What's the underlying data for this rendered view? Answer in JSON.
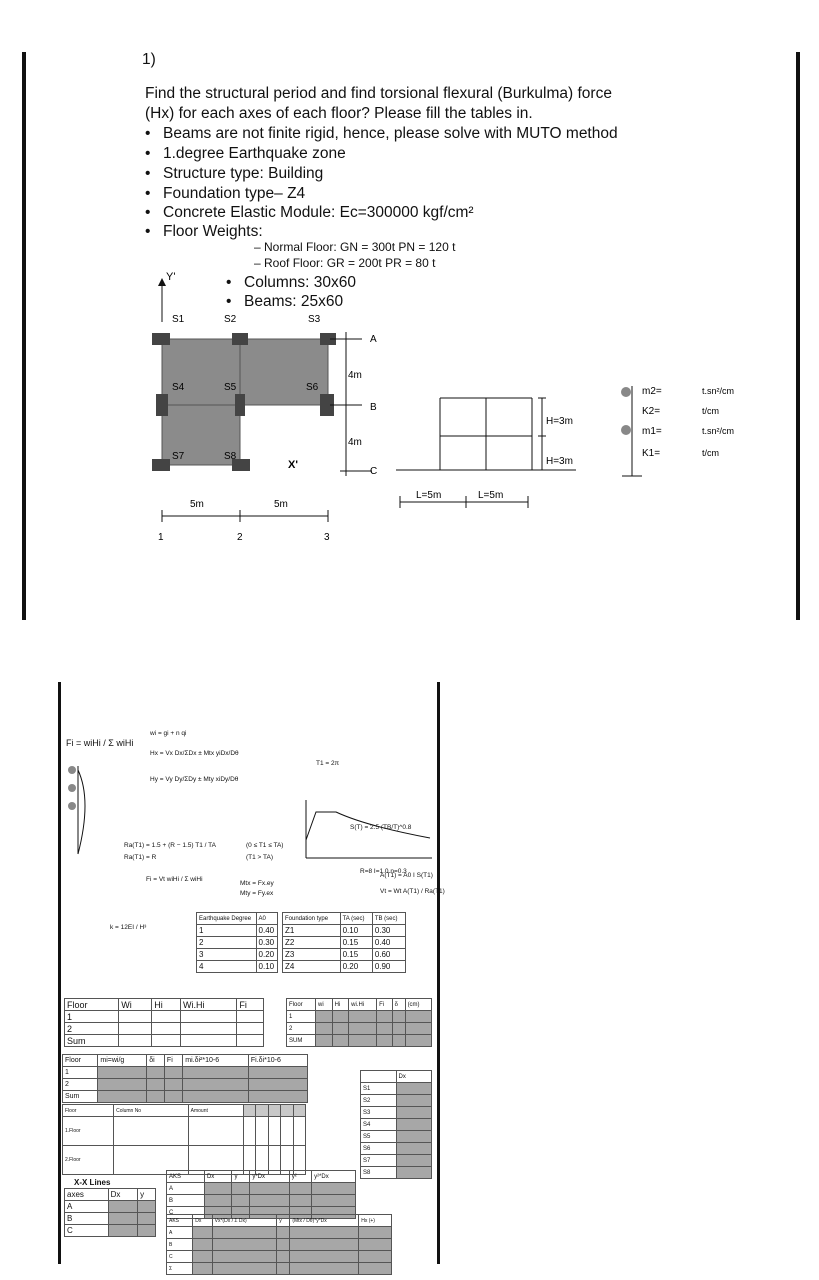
{
  "problem": {
    "number": "1)",
    "line1": "Find the structural period and find torsional flexural (Burkulma) force",
    "line2": "(Hx) for each axes of each floor? Please fill the tables in.",
    "bullets": [
      "Beams are not finite rigid, hence, please solve with MUTO method",
      "1.degree Earthquake zone",
      "Structure type: Building",
      "Foundation type– Z4",
      "Concrete Elastic Module: Ec=300000 kgf/cm²",
      "Floor Weights:"
    ],
    "weights": [
      "– Normal Floor: GN = 300t  PN = 120 t",
      "– Roof Floor:  GR = 200t  PR = 80 t"
    ],
    "sections": [
      "Columns: 30x60",
      "Beams:  25x60"
    ]
  },
  "plan": {
    "y_axis": "Y'",
    "x_axis": "X'",
    "columns": [
      "S1",
      "S2",
      "S3",
      "S4",
      "S5",
      "S6",
      "S7",
      "S8"
    ],
    "axis_letters": [
      "A",
      "B",
      "C"
    ],
    "axis_numbers": [
      "1",
      "2",
      "3"
    ],
    "spans": [
      "5m",
      "5m"
    ],
    "heights": [
      "4m",
      "4m"
    ]
  },
  "frame": {
    "h1": "H=3m",
    "h2": "H=3m",
    "l1": "L=5m",
    "l2": "L=5m"
  },
  "model": {
    "labels": [
      "m2=",
      "K2=",
      "m1=",
      "K1="
    ],
    "units": [
      "t.sn²/cm",
      "t/cm",
      "t.sn²/cm",
      "t/cm"
    ]
  },
  "formulas": {
    "fi": "Fi = wiHi / Σ wiHi",
    "wi": "wi = gi + n qi",
    "period": "T1 = 2π",
    "ra": "Ra(T1) = 1.5 + (R − 1.5) T1 / TA",
    "ra2": "Ra(T1) = R",
    "cond1": "(0 ≤ T1 ≤ TA)",
    "cond2": "(T1 > TA)",
    "fest": "Fi = Vt wiHi / Σ wiHi",
    "mt1": "Mtx = Fx.ey",
    "mt2": "Mty = Fy.ex",
    "k": "k = 12EI / H³",
    "spectrum": "S(T) = 2.5 (TB/T)^0.8",
    "vt": "Vt = Wt A(T1) / Ra(T1)",
    "rn": "R=8  I=1.0  n=0.3",
    "at": "A(T1) = A0 I S(T1)"
  },
  "zone_table": {
    "headers": [
      "Earthquake Degree",
      "A0"
    ],
    "rows": [
      [
        "1",
        "0.40"
      ],
      [
        "2",
        "0.30"
      ],
      [
        "3",
        "0.20"
      ],
      [
        "4",
        "0.10"
      ]
    ]
  },
  "foundation_table": {
    "headers": [
      "Foundation type",
      "TA (sec)",
      "TB (sec)"
    ],
    "rows": [
      [
        "Z1",
        "0.10",
        "0.30"
      ],
      [
        "Z2",
        "0.15",
        "0.40"
      ],
      [
        "Z3",
        "0.15",
        "0.60"
      ],
      [
        "Z4",
        "0.20",
        "0.90"
      ]
    ]
  },
  "table1": {
    "headers": [
      "Floor",
      "Wi",
      "Hi",
      "Wi.Hi",
      "Fi"
    ],
    "rows": [
      "1",
      "2",
      "Sum"
    ]
  },
  "table2": {
    "headers": [
      "Floor",
      "mi=wi/g",
      "δi",
      "Fi",
      "mi.δi²*10-6",
      "Fi.δi*10-6"
    ],
    "rows": [
      "1",
      "2",
      "Sum"
    ]
  },
  "table3": {
    "headers": [
      "Floor",
      "wi",
      "Hi",
      "wi.Hi",
      "Fi",
      "δ",
      "(cm)"
    ],
    "rows": [
      "1",
      "2",
      "SUM"
    ]
  },
  "table4": {
    "headers": [
      "Floor",
      "Column No",
      "Amount"
    ],
    "rows": [
      "1.Floor",
      "2.Floor"
    ]
  },
  "dx_list": {
    "header": "Dx",
    "items": [
      "S1",
      "S2",
      "S3",
      "S4",
      "S5",
      "S6",
      "S7",
      "S8"
    ]
  },
  "xx_table": {
    "title": "X-X Lines",
    "headers": [
      "axes",
      "Dx",
      "y"
    ],
    "rows": [
      "A",
      "B",
      "C"
    ]
  },
  "aks_table": {
    "headers": [
      "AKS",
      "Dx",
      "y",
      "y*Dx",
      "y²",
      "y²*Dx"
    ],
    "rows": [
      "A",
      "B",
      "C"
    ]
  },
  "aks_table2": {
    "headers": [
      "AKS",
      "Dx",
      "Vx*(Dx / Σ Dx)",
      "y",
      "(Mtx / Dθ)*y*Dx",
      "Hx (+)"
    ],
    "rows": [
      "A",
      "B",
      "C",
      "Σ"
    ]
  }
}
